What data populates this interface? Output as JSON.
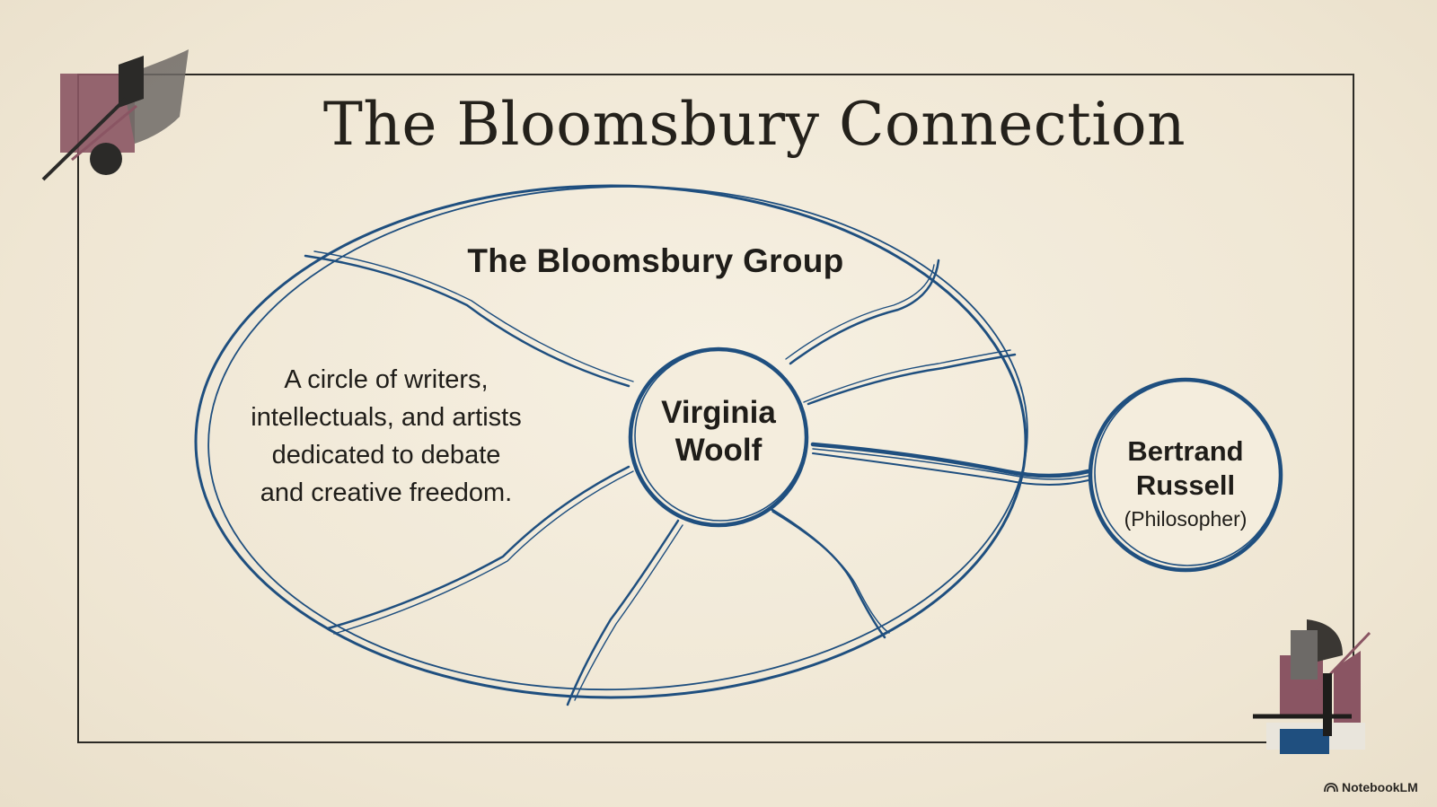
{
  "slide": {
    "title": "The Bloomsbury Connection"
  },
  "diagram": {
    "group": {
      "label": "The Bloomsbury Group",
      "description_lines": [
        "A circle of writers,",
        "intellectuals, and artists",
        "dedicated to debate",
        "and creative freedom."
      ]
    },
    "center_node": {
      "lines": [
        "Virginia",
        "Woolf"
      ]
    },
    "outer_node": {
      "lines": [
        "Bertrand",
        "Russell"
      ],
      "role": "(Philosopher)"
    },
    "colors": {
      "ink_blue": "#1f4f7f",
      "text": "#1f1d19",
      "paper": "#f2ead9",
      "accent_mauve": "#8a5563"
    }
  },
  "branding": {
    "label": "NotebookLM",
    "icon": "notebooklm-logo-icon"
  }
}
